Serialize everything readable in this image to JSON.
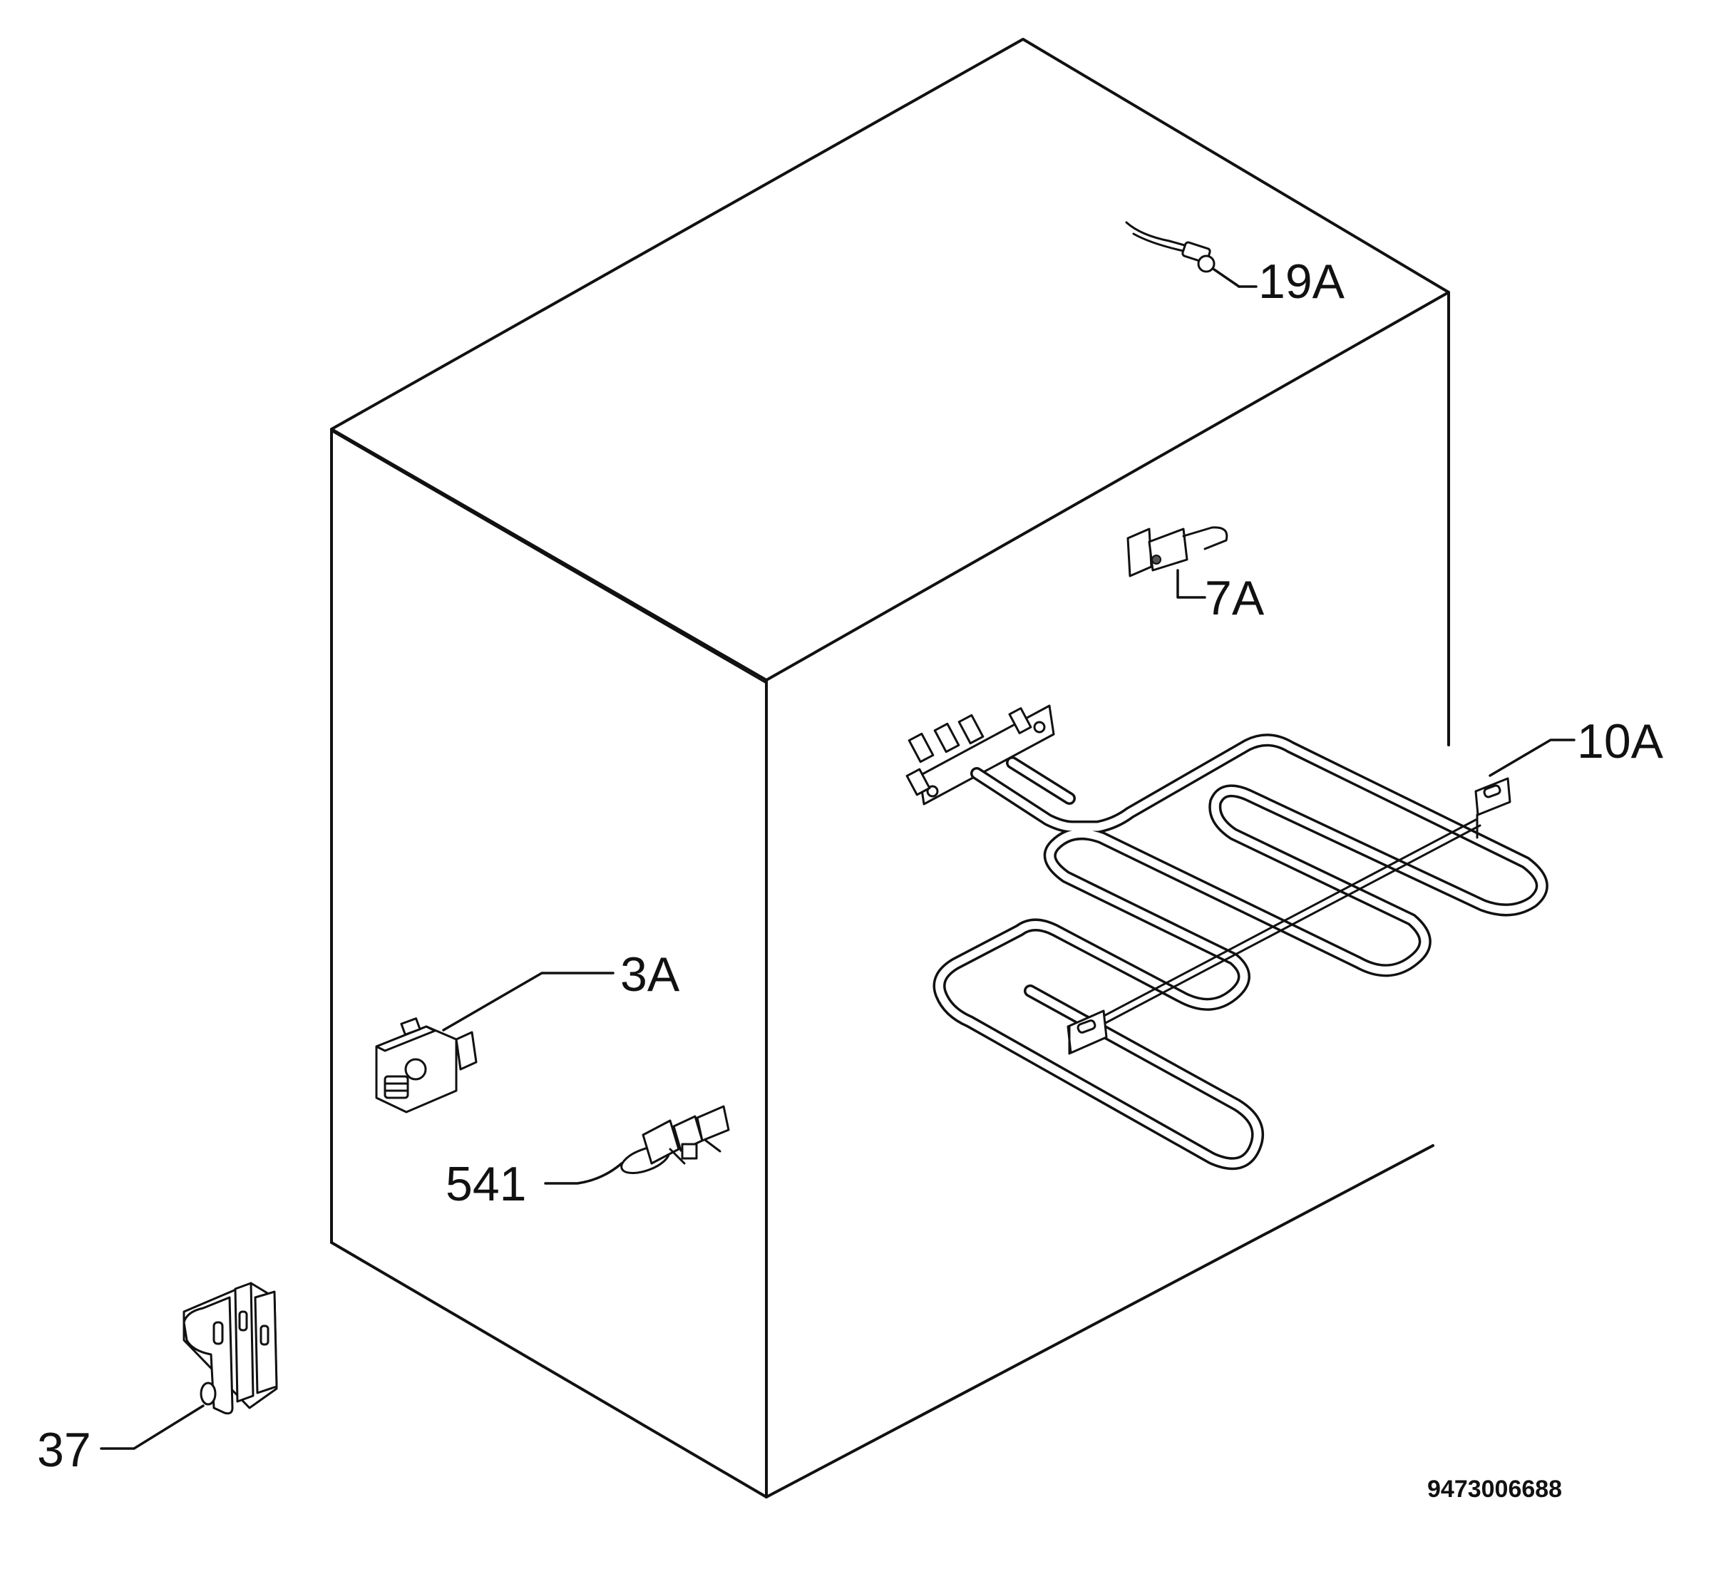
{
  "callouts": {
    "c19A": "19A",
    "c7A": "7A",
    "c10A": "10A",
    "c3A": "3A",
    "c541": "541",
    "c37": "37"
  },
  "drawing_number": "9473006688"
}
